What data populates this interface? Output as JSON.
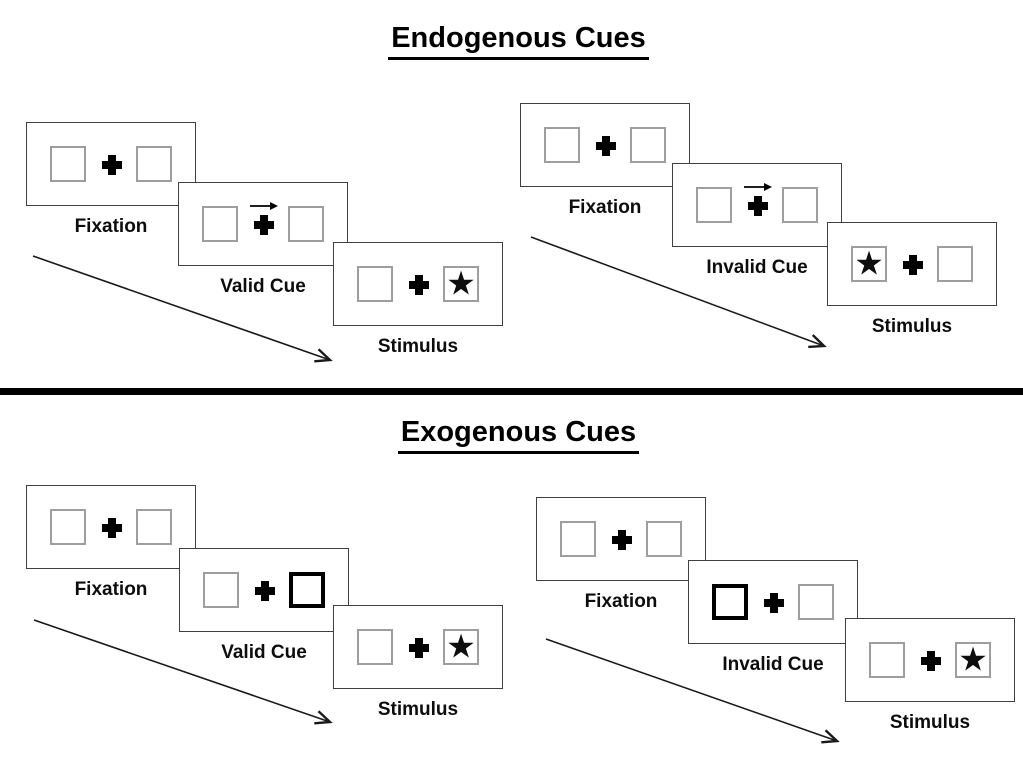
{
  "colors": {
    "ink": "#000000",
    "panel_border": "#3f3f3f",
    "box_border": "#9e9e9e",
    "divider": "#000000"
  },
  "glyphs": {
    "star": "★"
  },
  "sections": [
    {
      "id": "endogenous",
      "title": "Endogenous Cues",
      "groups": [
        {
          "id": "valid-trial",
          "frames": [
            {
              "label": "Fixation",
              "left_box": "plain",
              "right_box": "plain",
              "center": "plus"
            },
            {
              "label": "Valid Cue",
              "left_box": "plain",
              "right_box": "plain",
              "center": "plus_arrow"
            },
            {
              "label": "Stimulus",
              "left_box": "plain",
              "right_box": "star",
              "center": "plus"
            }
          ]
        },
        {
          "id": "invalid-trial",
          "frames": [
            {
              "label": "Fixation",
              "left_box": "plain",
              "right_box": "plain",
              "center": "plus"
            },
            {
              "label": "Invalid Cue",
              "left_box": "plain",
              "right_box": "plain",
              "center": "plus_arrow"
            },
            {
              "label": "Stimulus",
              "left_box": "star",
              "right_box": "plain",
              "center": "plus"
            }
          ]
        }
      ]
    },
    {
      "id": "exogenous",
      "title": "Exogenous Cues",
      "groups": [
        {
          "id": "valid-trial",
          "frames": [
            {
              "label": "Fixation",
              "left_box": "plain",
              "right_box": "plain",
              "center": "plus"
            },
            {
              "label": "Valid Cue",
              "left_box": "plain",
              "right_box": "thick",
              "center": "plus"
            },
            {
              "label": "Stimulus",
              "left_box": "plain",
              "right_box": "star",
              "center": "plus"
            }
          ]
        },
        {
          "id": "invalid-trial",
          "frames": [
            {
              "label": "Fixation",
              "left_box": "plain",
              "right_box": "plain",
              "center": "plus"
            },
            {
              "label": "Invalid Cue",
              "left_box": "thick",
              "right_box": "plain",
              "center": "plus"
            },
            {
              "label": "Stimulus",
              "left_box": "plain",
              "right_box": "star",
              "center": "plus"
            }
          ]
        }
      ]
    }
  ]
}
